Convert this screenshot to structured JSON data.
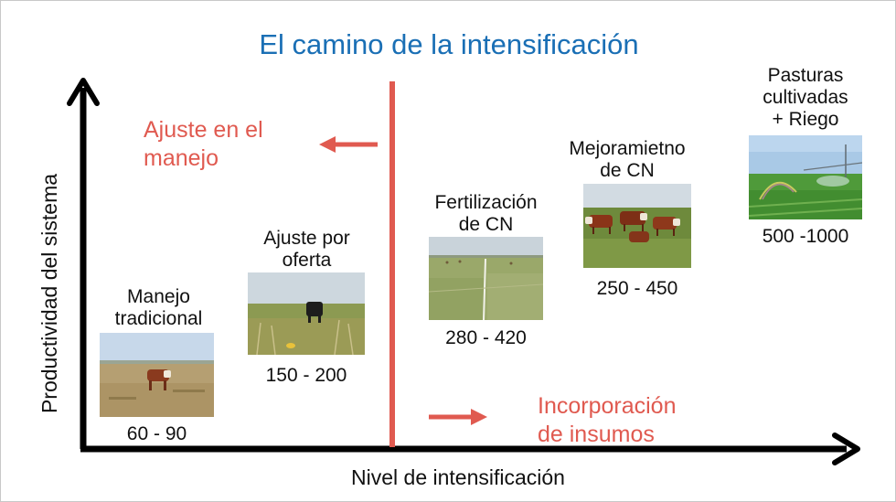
{
  "title": "El camino de la intensificación",
  "axes": {
    "y_label": "Productividad del sistema",
    "x_label": "Nivel de intensificación"
  },
  "annotations": {
    "left_text": [
      "Ajuste en el",
      "manejo"
    ],
    "right_text": [
      "Incorporación",
      "de insumos"
    ]
  },
  "stages": [
    {
      "label": [
        "Manejo",
        "tradicional"
      ],
      "range": "60 - 90",
      "photo": "hereford-cow-dry-pasture"
    },
    {
      "label": [
        "Ajuste por",
        "oferta"
      ],
      "range": "150 - 200",
      "photo": "black-cow-tall-grass"
    },
    {
      "label": [
        "Fertilización",
        "de CN"
      ],
      "range": "280 - 420",
      "photo": "fertilized-field-plots"
    },
    {
      "label": [
        "Mejoramietno",
        "de CN"
      ],
      "range": "250 - 450",
      "photo": "hereford-herd-green-pasture"
    },
    {
      "label": [
        "Pasturas",
        "cultivadas",
        "+ Riego"
      ],
      "range": "500 -1000",
      "photo": "irrigated-pasture-sprinkler"
    }
  ],
  "colors": {
    "title": "#1a6fb5",
    "accent_red": "#e05a50",
    "axis": "#000000",
    "text": "#111111"
  }
}
